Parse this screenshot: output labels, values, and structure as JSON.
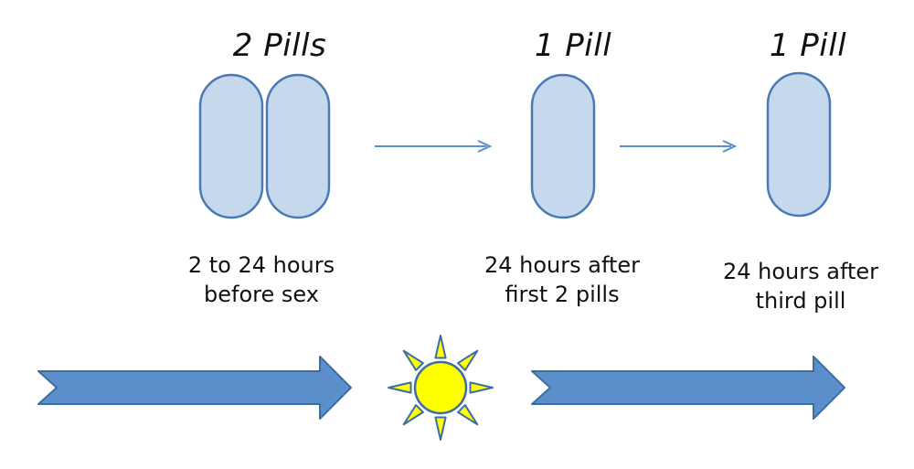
{
  "steps": [
    {
      "pill_count": 2,
      "title": "2 Pills",
      "caption_line1": "2 to 24 hours",
      "caption_line2": "before sex"
    },
    {
      "pill_count": 1,
      "title": "1 Pill",
      "caption_line1": "24 hours after",
      "caption_line2": "first 2 pills"
    },
    {
      "pill_count": 1,
      "title": "1 Pill",
      "caption_line1": "24 hours after",
      "caption_line2": "third pill"
    }
  ],
  "colors": {
    "pill_fill": "#c5d8ec",
    "pill_stroke": "#4a7ab3",
    "connector_arrow": "#5b8fc9",
    "timeline_arrow_fill": "#5b8fcc",
    "timeline_arrow_stroke": "#3c6e9f",
    "sun_fill": "#ffff00",
    "sun_stroke": "#3b6ea8"
  },
  "icons": {
    "sun": "sun-icon"
  }
}
